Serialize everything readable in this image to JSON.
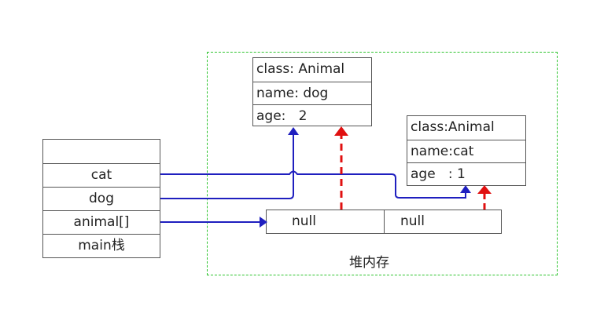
{
  "stack": {
    "rows": [
      "",
      "cat",
      "dog",
      "animal[]",
      "main栈"
    ]
  },
  "objects": {
    "dog": {
      "class": "class: Animal",
      "name": "name: dog",
      "age": "age:   2"
    },
    "cat": {
      "class": "class:Animal",
      "name": "name:cat",
      "age": "age   : 1"
    }
  },
  "array": {
    "cells": [
      "null",
      "null"
    ]
  },
  "heap": {
    "label": "堆内存"
  },
  "colors": {
    "reference": "#1f1fbf",
    "heap_border": "#2fc42f",
    "null_ref": "#e01010",
    "box_border": "#555555"
  }
}
